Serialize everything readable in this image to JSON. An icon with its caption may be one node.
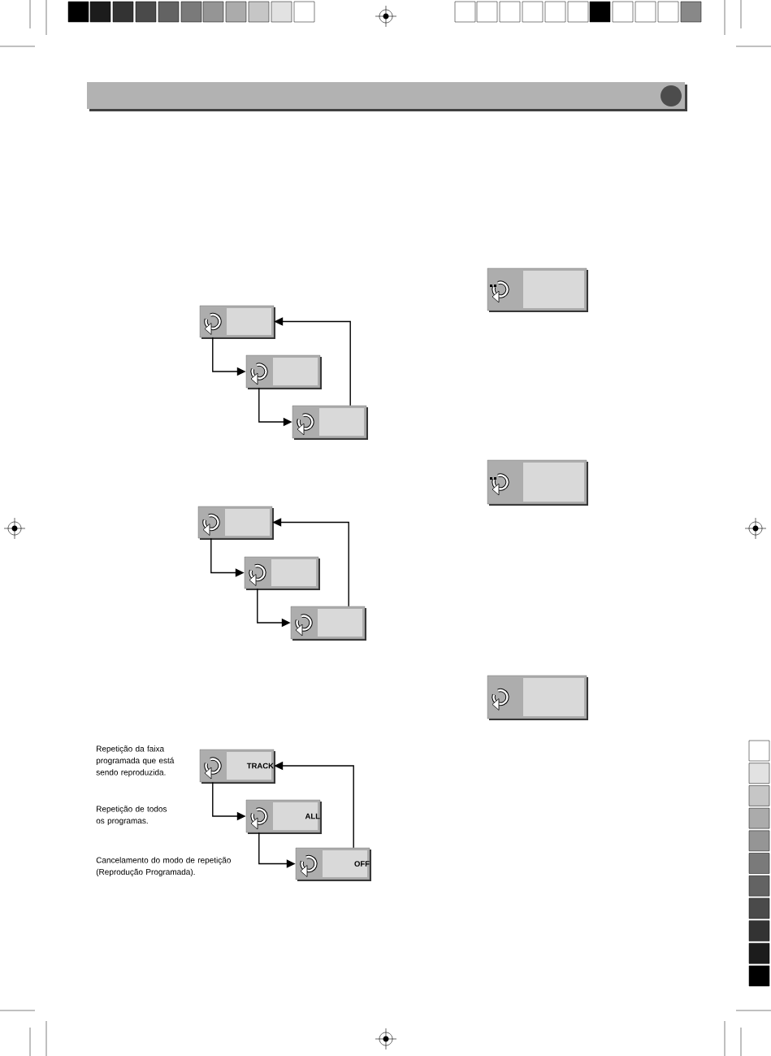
{
  "diagram": {
    "nodes": [
      {
        "text": [],
        "shape": "box"
      },
      {
        "text": [],
        "shape": "box"
      },
      {
        "text": [],
        "shape": "box"
      },
      {
        "text": [],
        "shape": "box"
      },
      {
        "text": [],
        "shape": "box"
      },
      {
        "text": [],
        "shape": "box"
      },
      {
        "text": [
          "TRACK"
        ]
      },
      {
        "text": [
          "ALL"
        ]
      },
      {
        "text": [
          "OFF"
        ]
      },
      {
        "text": [],
        "shape": "box"
      },
      {
        "text": [],
        "shape": "box"
      },
      {
        "text": [],
        "shape": "box"
      }
    ],
    "edges": [
      {
        "from": 0,
        "to": 1,
        "arrow": "to"
      },
      {
        "from": 1,
        "to": 2,
        "arrow": "to"
      },
      {
        "from": 2,
        "to": 0,
        "arrow": "to"
      },
      {
        "from": 3,
        "to": 4,
        "arrow": "to"
      },
      {
        "from": 4,
        "to": 5,
        "arrow": "to"
      },
      {
        "from": 5,
        "to": 3,
        "arrow": "to"
      },
      {
        "from": 6,
        "to": 7,
        "arrow": "to"
      },
      {
        "from": 7,
        "to": 8,
        "arrow": "to"
      },
      {
        "from": 8,
        "to": 6,
        "arrow": "to"
      }
    ],
    "labels": [
      "Repetição da faixa programada que está sendo reproduzida.",
      "Repetição de todos os programas.",
      "Cancelamento do modo de repetição (Reprodução Programada)."
    ]
  }
}
